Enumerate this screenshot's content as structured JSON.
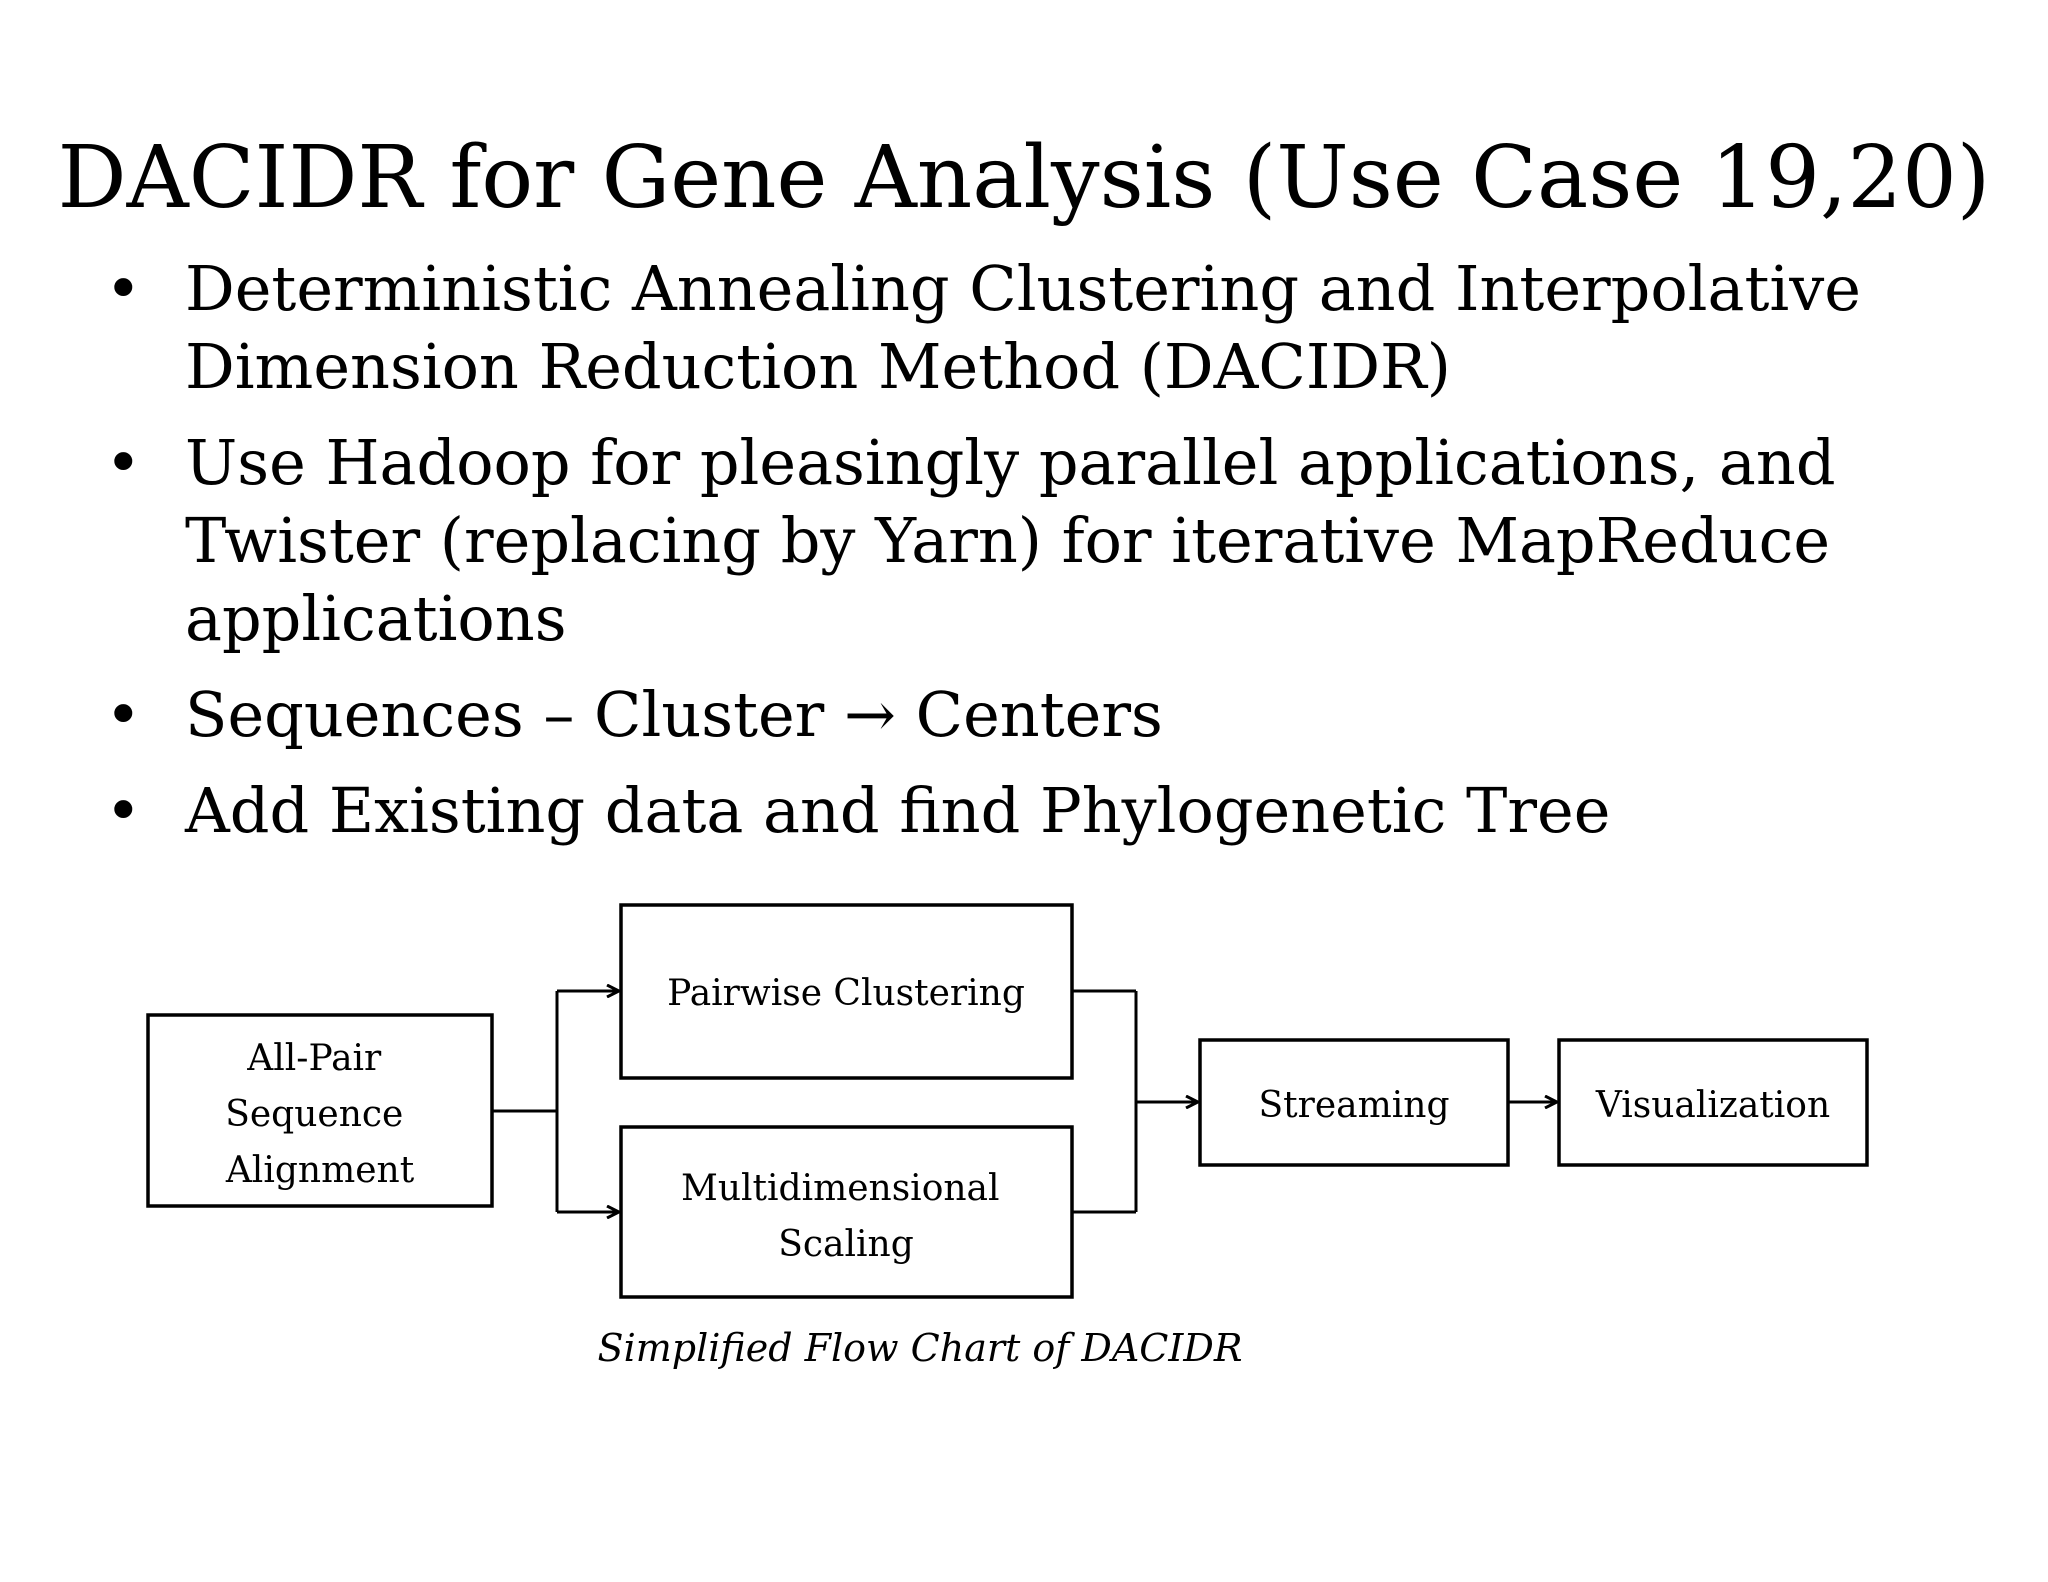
{
  "slide": {
    "title": "DACIDR for Gene Analysis (Use Case 19,20)",
    "bullets": [
      {
        "marker": "•",
        "text": "Deterministic Annealing Clustering and Interpolative Dimension Reduction Method (DACIDR)"
      },
      {
        "marker": "•",
        "text": "Use Hadoop for pleasingly parallel applications, and Twister (replacing by Yarn) for iterative MapReduce applications"
      },
      {
        "marker": "•",
        "text": "Sequences – Cluster → Centers"
      },
      {
        "marker": "•",
        "text": "Add Existing data and find Phylogenetic Tree"
      }
    ]
  },
  "flowchart": {
    "nodes": {
      "alignment": [
        "All-Pair",
        "Sequence",
        "Alignment"
      ],
      "clustering": [
        "Pairwise Clustering"
      ],
      "scaling": [
        "Multidimensional",
        "Scaling"
      ],
      "streaming": [
        "Streaming"
      ],
      "visualization": [
        "Visualization"
      ]
    },
    "edges": [
      {
        "from": "alignment",
        "to": "clustering"
      },
      {
        "from": "alignment",
        "to": "scaling"
      },
      {
        "from": "clustering",
        "to": "streaming"
      },
      {
        "from": "scaling",
        "to": "streaming"
      },
      {
        "from": "streaming",
        "to": "visualization"
      }
    ],
    "caption": "Simplified Flow Chart of DACIDR"
  }
}
